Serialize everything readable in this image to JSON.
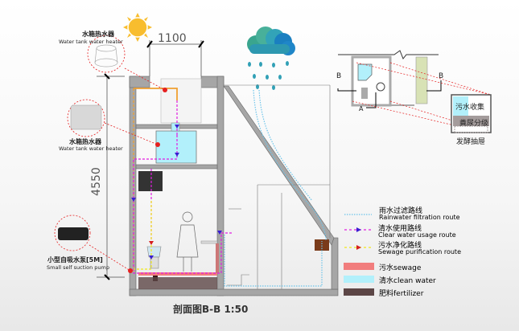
{
  "dimensions": {
    "width_label": "1100",
    "height_label": "4550"
  },
  "callouts": {
    "top_heater": {
      "cn": "水箱热水器",
      "en": "Water tank water heater"
    },
    "mid_heater": {
      "cn": "水箱热水器",
      "en": "Water tank water heater"
    },
    "pump": {
      "cn": "小型自吸水泵[5M]",
      "en": "Small self suction pump"
    }
  },
  "plan": {
    "section_mark_left": "B",
    "section_mark_right": "B",
    "section_mark_a": "A",
    "cell_sewage_collect": "污水收集",
    "cell_separation": "粪尿分级",
    "drawer_label": "发酵抽屉"
  },
  "legend": [
    {
      "type": "line-dotted",
      "color": "#6cc4ea",
      "cn": "雨水过滤路线",
      "en": "Rainwater filtration route"
    },
    {
      "type": "line-dashed-arrow",
      "color": "#e11de1",
      "arrow": "#3b1fd1",
      "cn": "清水使用路线",
      "en": "Clear water usage route"
    },
    {
      "type": "line-dashed-arrow",
      "color": "#f0e81a",
      "arrow": "#d51e1e",
      "cn": "污水净化路线",
      "en": "Sewage purification route"
    },
    {
      "type": "swatch",
      "color": "#f17d7d",
      "cn": "污水",
      "en": "sewage"
    },
    {
      "type": "swatch",
      "color": "#b2f0fb",
      "cn": "清水",
      "en": "clean water"
    },
    {
      "type": "swatch",
      "color": "#5c4646",
      "cn": "肥料",
      "en": "fertilizer"
    }
  ],
  "colors": {
    "wall": "#a6a6a6",
    "clean_water": "#b2f0fb",
    "sewage": "#f17d7d",
    "fertilizer": "#5c4646",
    "callout_red": "#e52020",
    "sun": "#f8bd2e"
  },
  "caption": "剖面图B-B 1:50"
}
